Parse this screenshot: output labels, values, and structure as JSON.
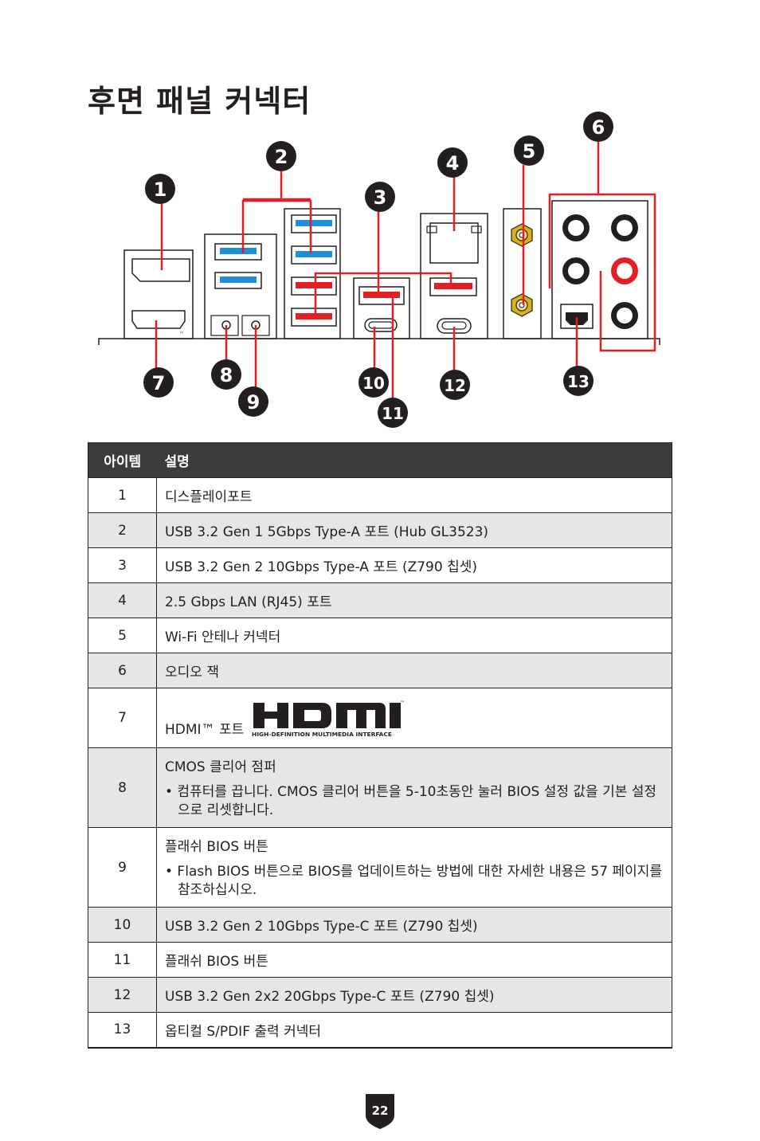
{
  "title": "후면 패널 커넥터",
  "diagram": {
    "callouts": [
      "1",
      "2",
      "3",
      "4",
      "5",
      "6",
      "7",
      "8",
      "9",
      "10",
      "11",
      "12",
      "13"
    ],
    "tm_mark": "™"
  },
  "table": {
    "headers": {
      "item": "아이템",
      "desc": "설명"
    },
    "rows": [
      {
        "item": "1",
        "desc": "디스플레이포트"
      },
      {
        "item": "2",
        "desc": "USB 3.2 Gen 1 5Gbps Type-A 포트 (Hub GL3523)"
      },
      {
        "item": "3",
        "desc": "USB 3.2 Gen 2 10Gbps Type-A 포트 (Z790 칩셋)"
      },
      {
        "item": "4",
        "desc": "2.5 Gbps LAN (RJ45) 포트"
      },
      {
        "item": "5",
        "desc": "Wi-Fi 안테나 커넥터"
      },
      {
        "item": "6",
        "desc": "오디오 잭"
      },
      {
        "item": "7",
        "desc": "HDMI™ 포트",
        "logo_text": "HIGH-DEFINITION MULTIMEDIA INTERFACE",
        "logo_tm": "™"
      },
      {
        "item": "8",
        "desc": "CMOS 클리어 점퍼",
        "bullet": "• 컴퓨터를 끕니다. CMOS 클리어 버튼을 5-10초동안 눌러 BIOS 설정 값을 기본 설정으로 리셋합니다."
      },
      {
        "item": "9",
        "desc": "플래쉬 BIOS 버튼",
        "bullet": "• Flash BIOS 버튼으로 BIOS를 업데이트하는 방법에 대한 자세한 내용은 57 페이지를 참조하십시오."
      },
      {
        "item": "10",
        "desc": "USB 3.2 Gen 2 10Gbps Type-C 포트 (Z790 칩셋)"
      },
      {
        "item": "11",
        "desc": "플래쉬 BIOS 버튼"
      },
      {
        "item": "12",
        "desc": "USB 3.2 Gen 2x2 20Gbps Type-C 포트 (Z790 칩셋)"
      },
      {
        "item": "13",
        "desc": "옵티컬 S/PDIF 출력 커넥터"
      }
    ]
  },
  "page_number": "22",
  "colors": {
    "accent_red": "#e31e24",
    "usb_blue": "#1f8fd8",
    "header_dark": "#3d3b3b",
    "row_shade": "#e6e6e6",
    "gold": "#d9b21a"
  }
}
